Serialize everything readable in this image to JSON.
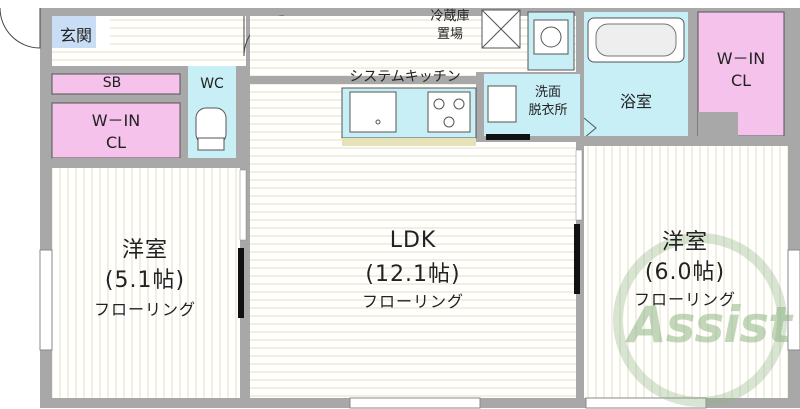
{
  "rooms": {
    "entrance": "玄関",
    "fridge": "冷蔵庫\n置場",
    "sb": "SB",
    "wc": "WC",
    "kitchen": "システムキッチン",
    "washroom": "洗面\n脱衣所",
    "bath": "浴室",
    "win_right": "W－IN\nCL",
    "win_left": "W－IN\nCL",
    "ldk": {
      "name": "LDK",
      "size": "(12.1帖)",
      "floor": "フローリング"
    },
    "west_room": {
      "name": "洋室",
      "size": "(5.1帖)",
      "floor": "フローリング"
    },
    "east_room": {
      "name": "洋室",
      "size": "(6.0帖)",
      "floor": "フローリング"
    }
  },
  "watermark": "Assist",
  "colors": {
    "wall": "#9a9a9a",
    "floor_lines": "#e5e1b8",
    "entrance": "#c9ddf5",
    "closet": "#f4c2ea",
    "wet_area": "#c8eef6",
    "kitchen_counter": "#c8eef6",
    "watermark": "#8fb585"
  }
}
